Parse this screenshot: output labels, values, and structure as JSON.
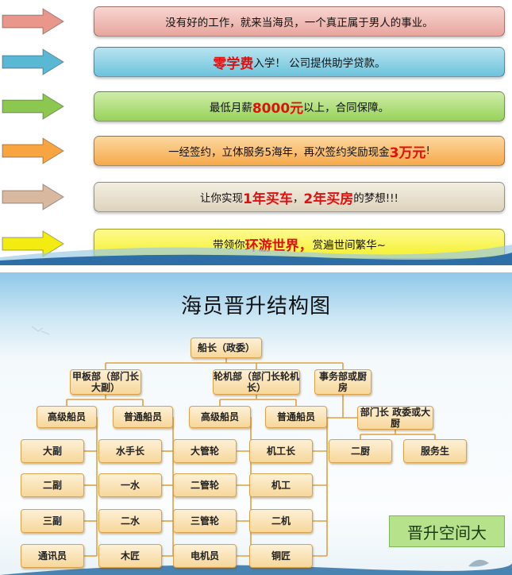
{
  "benefits": [
    {
      "parts": [
        "没有好的工作，就来当海员，一个真正属于男人的事业。"
      ],
      "hl": [
        false
      ],
      "color": "#e8a59e",
      "color2": "#f8d5d0",
      "arrow": "#e8978a"
    },
    {
      "parts": [
        "零学费",
        "入学！ 公司提供助学贷款。"
      ],
      "hl": [
        true,
        false
      ],
      "color": "#6cc3dc",
      "color2": "#b8e4f0",
      "arrow": "#5ab8d5"
    },
    {
      "parts": [
        "最低月薪",
        "8000元",
        "以上，合同保障。"
      ],
      "hl": [
        false,
        true,
        false
      ],
      "color": "#98d25a",
      "color2": "#cfedaa",
      "arrow": "#8cc850"
    },
    {
      "parts": [
        "一经签约，立体服务5海年，再次签约奖励现金",
        "3万元",
        "!"
      ],
      "hl": [
        false,
        true,
        false
      ],
      "color": "#f6a94a",
      "color2": "#fcd8a0",
      "arrow": "#f7a540"
    },
    {
      "parts": [
        "让你实现",
        "1年买车",
        "，",
        "2年买房",
        "的梦想!!!"
      ],
      "hl": [
        false,
        true,
        false,
        true,
        false
      ],
      "color": "#ddd3bd",
      "color2": "#f3eee2",
      "arrow": "#d9b8a0"
    },
    {
      "parts": [
        "带领你",
        "环游世界，",
        "赏遍世间繁华~"
      ],
      "hl": [
        false,
        true,
        false
      ],
      "color": "#f5f02a",
      "color2": "#fdfa90",
      "arrow": "#f2ec10"
    }
  ],
  "chart": {
    "title": "海员晋升结构图",
    "note": "晋升空间大",
    "nodes": {
      "captain": "船长（政委）",
      "deck": "甲板部（部门长 大副）",
      "engine": "轮机部（部门长轮机长）",
      "affairs": "事务部或厨房",
      "deck_senior": "高级船员",
      "deck_regular": "普通船员",
      "eng_senior": "高级船员",
      "eng_regular": "普通船员",
      "aff_head": "部门长 政委或大厨",
      "d1": "大副",
      "d2": "二副",
      "d3": "三副",
      "d4": "通讯员",
      "r1": "水手长",
      "r2": "一水",
      "r3": "二水",
      "r4": "木匠",
      "e1": "大管轮",
      "e2": "二管轮",
      "e3": "三管轮",
      "e4": "电机员",
      "f1": "机工长",
      "f2": "机工",
      "f3": "二机",
      "f4": "铜匠",
      "a1": "二厨",
      "a2": "服务生"
    }
  },
  "colors": {
    "node_border": "#d9a24a",
    "line": "#e0a040",
    "note_bg": "#b6e28c",
    "sea": "#1f5f95"
  }
}
